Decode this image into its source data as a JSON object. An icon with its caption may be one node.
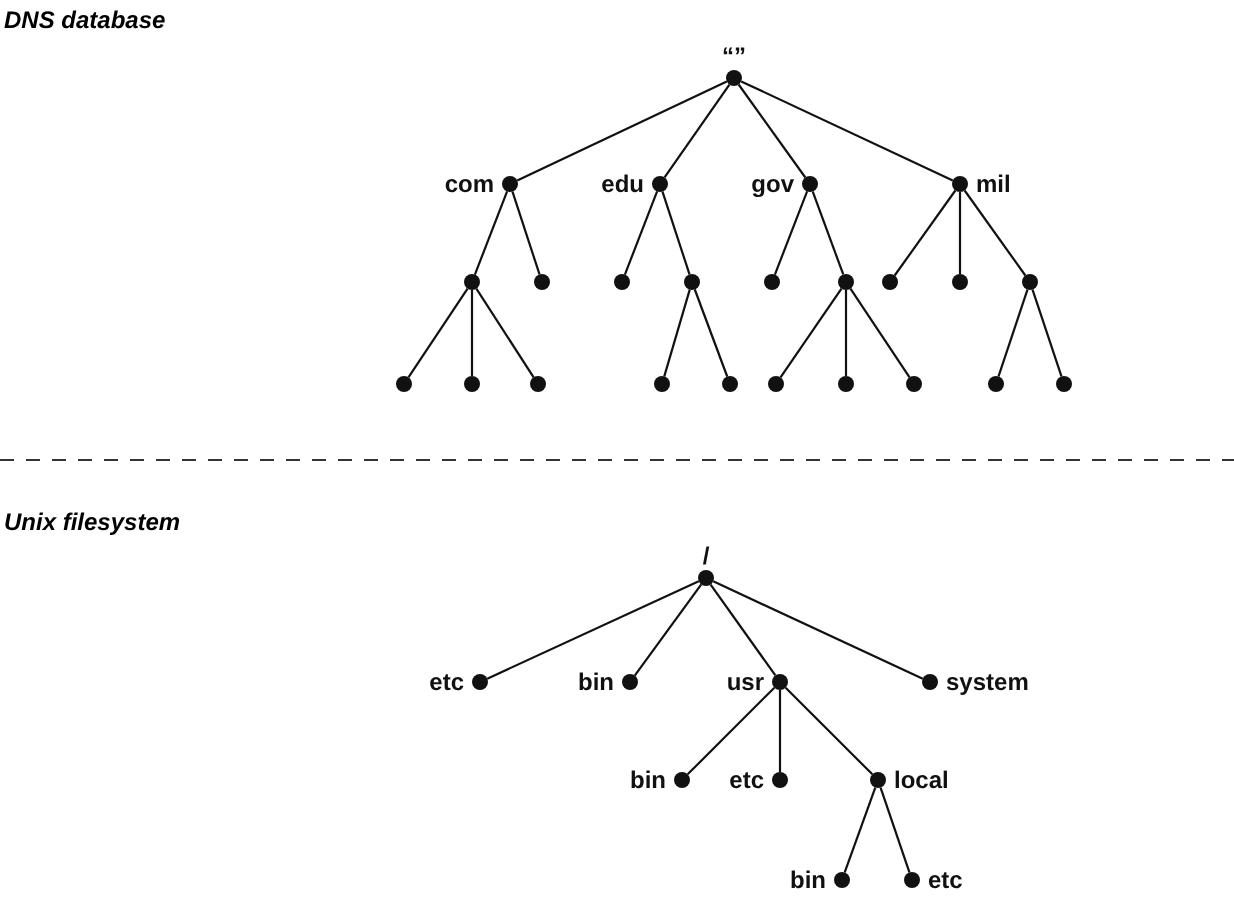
{
  "diagram": {
    "nodes": [
      {
        "text": [
          "“”"
        ]
      },
      {
        "text": [
          "com"
        ]
      },
      {
        "text": [
          "edu"
        ]
      },
      {
        "text": [
          "gov"
        ]
      },
      {
        "text": [
          "mil"
        ]
      },
      {
        "text": [],
        "shape": "circle"
      },
      {
        "text": [],
        "shape": "circle"
      },
      {
        "text": [],
        "shape": "circle"
      },
      {
        "text": [],
        "shape": "circle"
      },
      {
        "text": [],
        "shape": "circle"
      },
      {
        "text": [],
        "shape": "circle"
      },
      {
        "text": [],
        "shape": "circle"
      },
      {
        "text": [],
        "shape": "circle"
      },
      {
        "text": [],
        "shape": "circle"
      },
      {
        "text": [],
        "shape": "circle"
      },
      {
        "text": [],
        "shape": "circle"
      },
      {
        "text": [],
        "shape": "circle"
      },
      {
        "text": [],
        "shape": "circle"
      },
      {
        "text": [],
        "shape": "circle"
      },
      {
        "text": [],
        "shape": "circle"
      },
      {
        "text": [],
        "shape": "circle"
      },
      {
        "text": [],
        "shape": "circle"
      },
      {
        "text": [],
        "shape": "circle"
      },
      {
        "text": [],
        "shape": "circle"
      },
      {
        "text": [
          "/"
        ]
      },
      {
        "text": [
          "etc"
        ]
      },
      {
        "text": [
          "bin"
        ]
      },
      {
        "text": [
          "usr"
        ]
      },
      {
        "text": [
          "system"
        ]
      },
      {
        "text": [
          "bin"
        ]
      },
      {
        "text": [
          "etc"
        ]
      },
      {
        "text": [
          "local"
        ]
      },
      {
        "text": [
          "bin"
        ]
      },
      {
        "text": [
          "etc"
        ]
      }
    ],
    "edges": [
      {
        "from": 0,
        "to": 1,
        "arrow": "none"
      },
      {
        "from": 0,
        "to": 2,
        "arrow": "none"
      },
      {
        "from": 0,
        "to": 3,
        "arrow": "none"
      },
      {
        "from": 0,
        "to": 4,
        "arrow": "none"
      },
      {
        "from": 1,
        "to": 5,
        "arrow": "none"
      },
      {
        "from": 1,
        "to": 6,
        "arrow": "none"
      },
      {
        "from": 2,
        "to": 7,
        "arrow": "none"
      },
      {
        "from": 2,
        "to": 8,
        "arrow": "none"
      },
      {
        "from": 3,
        "to": 9,
        "arrow": "none"
      },
      {
        "from": 3,
        "to": 10,
        "arrow": "none"
      },
      {
        "from": 4,
        "to": 11,
        "arrow": "none"
      },
      {
        "from": 4,
        "to": 12,
        "arrow": "none"
      },
      {
        "from": 4,
        "to": 13,
        "arrow": "none"
      },
      {
        "from": 5,
        "to": 14,
        "arrow": "none"
      },
      {
        "from": 5,
        "to": 15,
        "arrow": "none"
      },
      {
        "from": 5,
        "to": 16,
        "arrow": "none"
      },
      {
        "from": 8,
        "to": 17,
        "arrow": "none"
      },
      {
        "from": 8,
        "to": 18,
        "arrow": "none"
      },
      {
        "from": 10,
        "to": 19,
        "arrow": "none"
      },
      {
        "from": 10,
        "to": 20,
        "arrow": "none"
      },
      {
        "from": 10,
        "to": 21,
        "arrow": "none"
      },
      {
        "from": 13,
        "to": 22,
        "arrow": "none"
      },
      {
        "from": 13,
        "to": 23,
        "arrow": "none"
      },
      {
        "from": 24,
        "to": 25,
        "arrow": "none"
      },
      {
        "from": 24,
        "to": 26,
        "arrow": "none"
      },
      {
        "from": 24,
        "to": 27,
        "arrow": "none"
      },
      {
        "from": 24,
        "to": 28,
        "arrow": "none"
      },
      {
        "from": 27,
        "to": 29,
        "arrow": "none"
      },
      {
        "from": 27,
        "to": 30,
        "arrow": "none"
      },
      {
        "from": 27,
        "to": 31,
        "arrow": "none"
      },
      {
        "from": 31,
        "to": 32,
        "arrow": "none"
      },
      {
        "from": 31,
        "to": 33,
        "arrow": "none"
      }
    ],
    "labels": [
      "DNS database",
      "Unix filesystem"
    ]
  }
}
